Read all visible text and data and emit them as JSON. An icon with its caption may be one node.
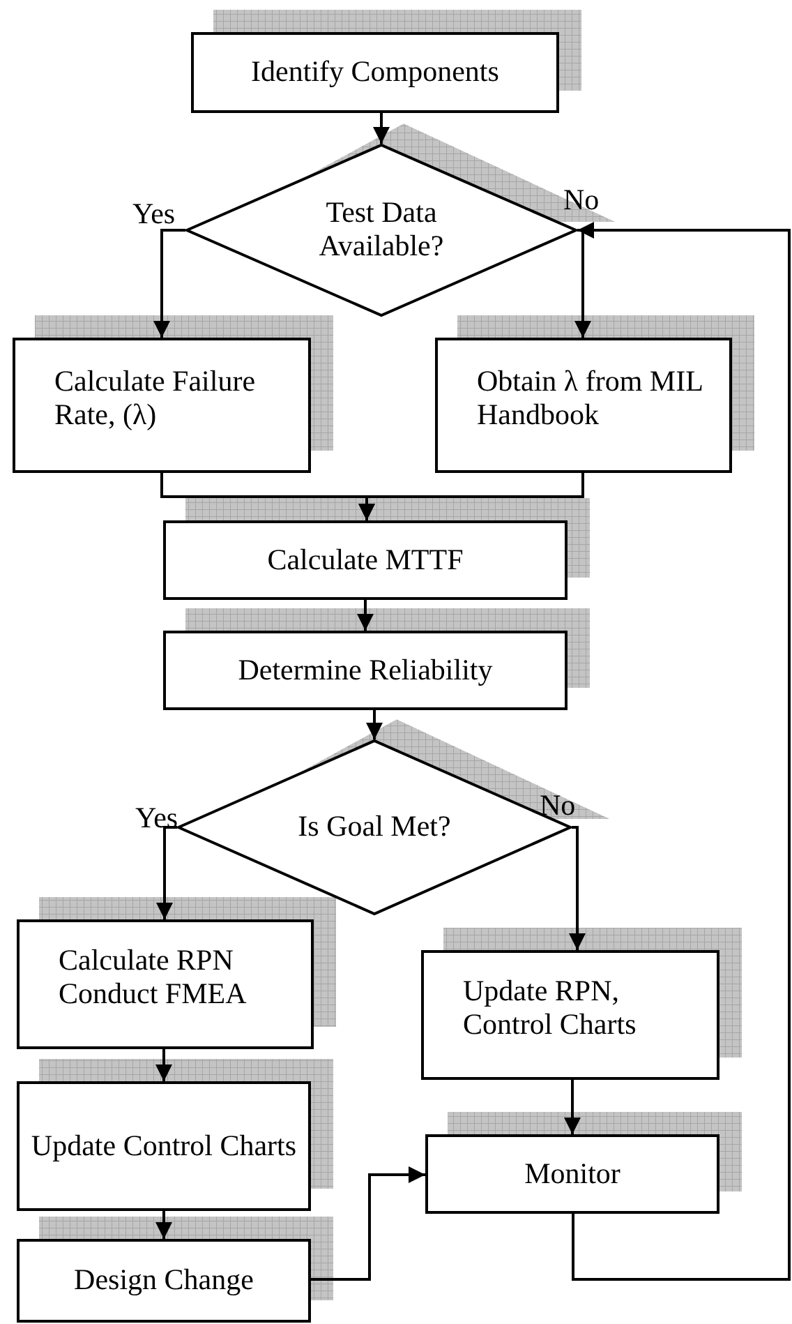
{
  "diagram": {
    "nodes": [
      {
        "text": [
          "Identify Components"
        ]
      },
      {
        "text": [
          "Test Data Available?"
        ]
      },
      {
        "text": [
          "Calculate Failure Rate, (λ)"
        ]
      },
      {
        "text": [
          "Obtain λ from MIL Handbook"
        ]
      },
      {
        "text": [
          "Calculate MTTF"
        ]
      },
      {
        "text": [
          "Determine Reliability"
        ]
      },
      {
        "text": [
          "Is Goal Met?"
        ]
      },
      {
        "text": [
          "Calculate RPN Conduct FMEA"
        ]
      },
      {
        "text": [
          "Update RPN, Control Charts"
        ]
      },
      {
        "text": [
          "Update Control Charts"
        ]
      },
      {
        "text": [
          "Monitor"
        ]
      },
      {
        "text": [
          "Design Change"
        ]
      }
    ],
    "edges": [
      {
        "from": 0,
        "to": 1,
        "arrow": "to"
      },
      {
        "from": 1,
        "to": 2,
        "arrow": "to",
        "label": "Yes"
      },
      {
        "from": 1,
        "to": 3,
        "arrow": "to",
        "label": "No"
      },
      {
        "from": 2,
        "to": 4,
        "arrow": "to"
      },
      {
        "from": 3,
        "to": 4,
        "arrow": "to"
      },
      {
        "from": 4,
        "to": 5,
        "arrow": "to"
      },
      {
        "from": 5,
        "to": 6,
        "arrow": "to"
      },
      {
        "from": 6,
        "to": 7,
        "arrow": "to",
        "label": "Yes"
      },
      {
        "from": 6,
        "to": 8,
        "arrow": "to",
        "label": "No"
      },
      {
        "from": 7,
        "to": 9,
        "arrow": "to"
      },
      {
        "from": 9,
        "to": 11,
        "arrow": "to"
      },
      {
        "from": 8,
        "to": 10,
        "arrow": "to"
      },
      {
        "from": 11,
        "to": 10,
        "arrow": "to"
      },
      {
        "from": 10,
        "to": 1,
        "arrow": "to"
      }
    ]
  }
}
